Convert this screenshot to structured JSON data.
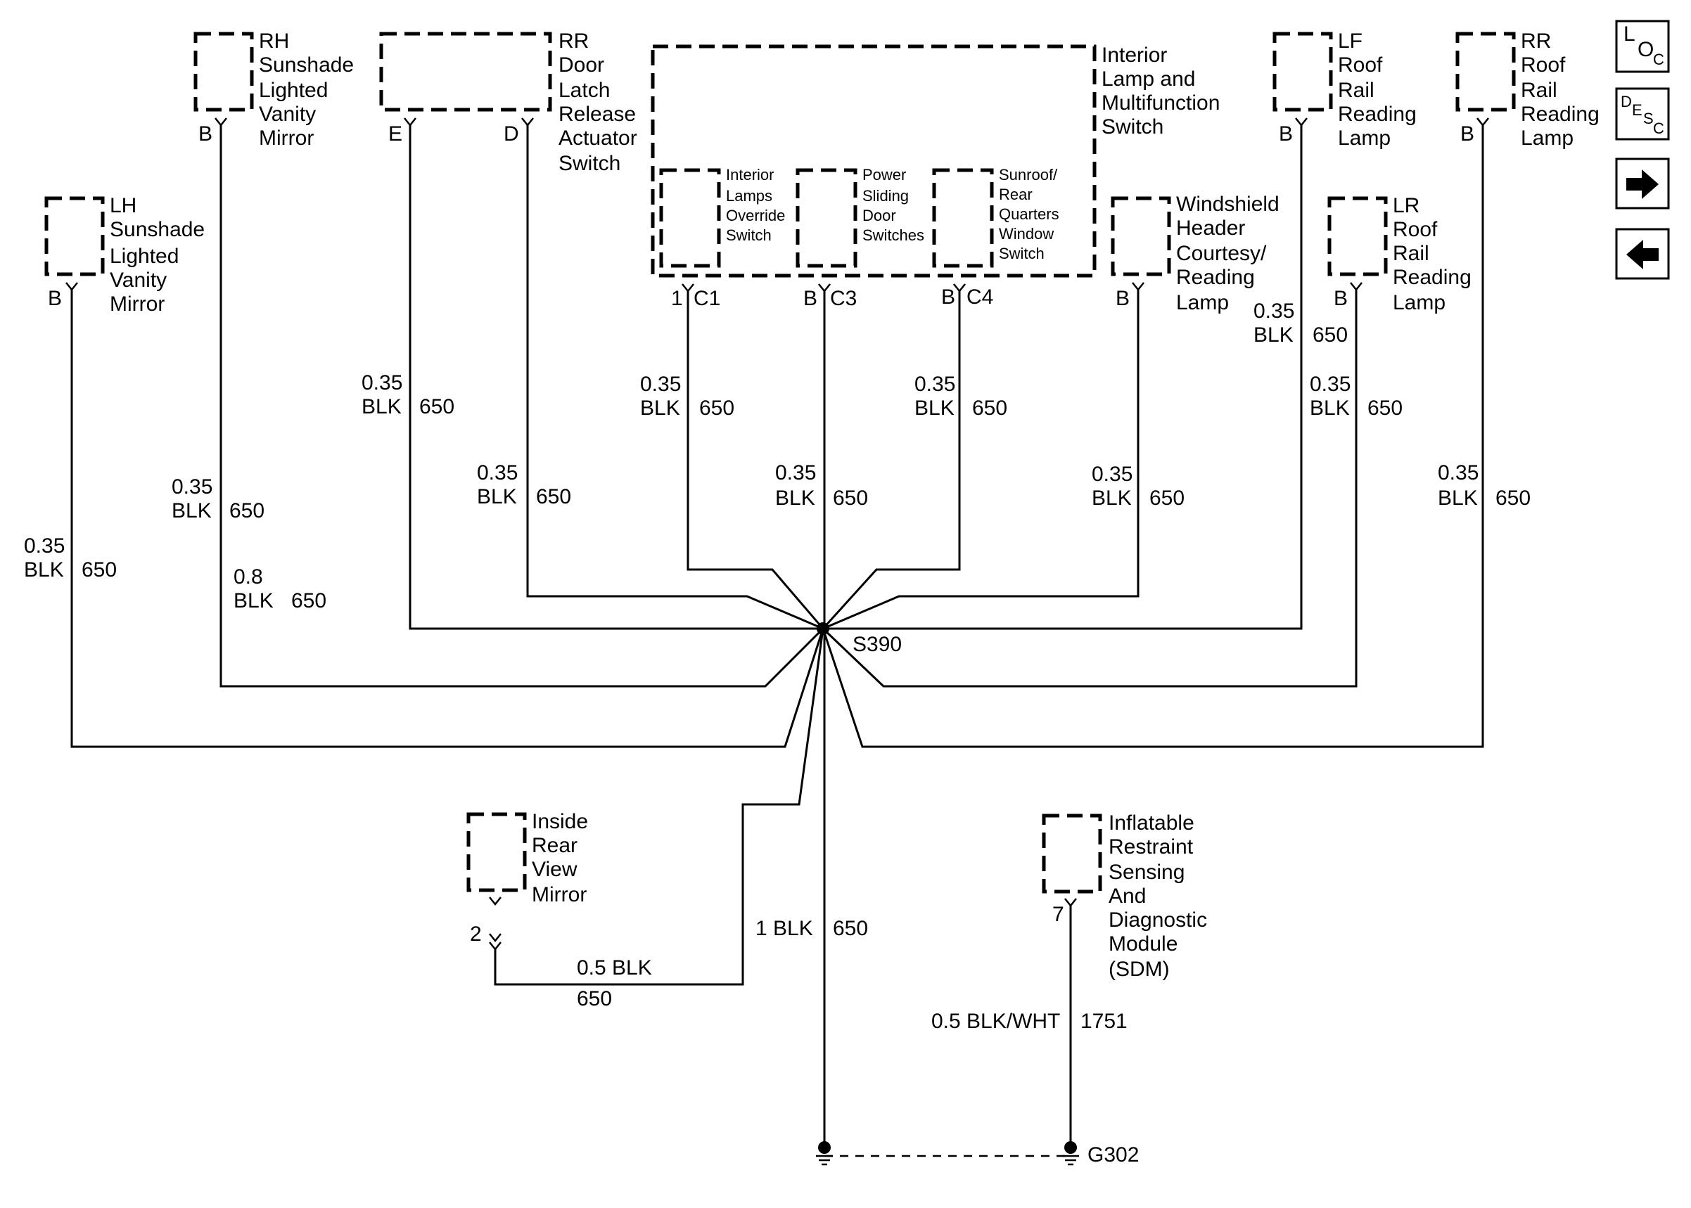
{
  "nav": {
    "loc": {
      "main": "L",
      "sub1": "O",
      "sub2": "C"
    },
    "desc": {
      "main": "D",
      "sub1": "E",
      "sub2": "S",
      "sub3": "C"
    },
    "forward_icon": "right-arrow-icon",
    "back_icon": "left-arrow-icon"
  },
  "components": {
    "rh_mirror": [
      "RH",
      "Sunshade",
      "Lighted",
      "Vanity",
      "Mirror"
    ],
    "lh_mirror": [
      "LH",
      "Sunshade",
      "Lighted",
      "Vanity",
      "Mirror"
    ],
    "rr_door": [
      "RR",
      "Door",
      "Latch",
      "Release",
      "Actuator",
      "Switch"
    ],
    "interior_switch": [
      "Interior",
      "Lamp and",
      "Multifunction",
      "Switch"
    ],
    "sub_interior_lamps": [
      "Interior",
      "Lamps",
      "Override",
      "Switch"
    ],
    "sub_power_sliding": [
      "Power",
      "Sliding",
      "Door",
      "Switches"
    ],
    "sub_sunroof": [
      "Sunroof/",
      "Rear",
      "Quarters",
      "Window",
      "Switch"
    ],
    "windshield": [
      "Windshield",
      "Header",
      "Courtesy/",
      "Reading",
      "Lamp"
    ],
    "lf_roof": [
      "LF",
      "Roof",
      "Rail",
      "Reading",
      "Lamp"
    ],
    "rr_roof": [
      "RR",
      "Roof",
      "Rail",
      "Reading",
      "Lamp"
    ],
    "lr_roof": [
      "LR",
      "Roof",
      "Rail",
      "Reading",
      "Lamp"
    ],
    "inside_mirror": [
      "Inside",
      "Rear",
      "View",
      "Mirror"
    ],
    "sdm": [
      "Inflatable",
      "Restraint",
      "Sensing",
      "And",
      "Diagnostic",
      "Module",
      "(SDM)"
    ]
  },
  "pins": {
    "lh_mirror": "B",
    "rh_mirror": "B",
    "rr_door_e": "E",
    "rr_door_d": "D",
    "c1_pin": "1",
    "c1": "C1",
    "c3_pin": "B",
    "c3": "C3",
    "c4_pin": "B",
    "c4": "C4",
    "windshield": "B",
    "lf_roof": "B",
    "lr_roof": "B",
    "rr_roof": "B",
    "inside_mirror": "2",
    "sdm": "7"
  },
  "wires": {
    "lh_mirror": {
      "size": "0.35",
      "color": "BLK",
      "circuit": "650"
    },
    "rh_mirror": {
      "size": "0.35",
      "color": "BLK",
      "circuit": "650"
    },
    "rh_mirror_bus": {
      "size": "0.8",
      "color": "BLK",
      "circuit": "650"
    },
    "rr_door_e": {
      "size": "0.35",
      "color": "BLK",
      "circuit": "650"
    },
    "rr_door_d": {
      "size": "0.35",
      "color": "BLK",
      "circuit": "650"
    },
    "c1": {
      "size": "0.35",
      "color": "BLK",
      "circuit": "650"
    },
    "c3": {
      "size": "0.35",
      "color": "BLK",
      "circuit": "650"
    },
    "c4": {
      "size": "0.35",
      "color": "BLK",
      "circuit": "650"
    },
    "windshield": {
      "size": "0.35",
      "color": "BLK",
      "circuit": "650"
    },
    "lf_roof": {
      "size": "0.35",
      "color": "BLK",
      "circuit": "650"
    },
    "lr_roof": {
      "size": "0.35",
      "color": "BLK",
      "circuit": "650"
    },
    "rr_roof": {
      "size": "0.35",
      "color": "BLK",
      "circuit": "650"
    },
    "mirror_ground": {
      "label": "0.5 BLK",
      "circuit": "650"
    },
    "main_ground": {
      "label": "1 BLK",
      "circuit": "650"
    },
    "sdm_ground": {
      "label": "0.5 BLK/WHT",
      "circuit": "1751"
    }
  },
  "splice": "S390",
  "ground": "G302"
}
